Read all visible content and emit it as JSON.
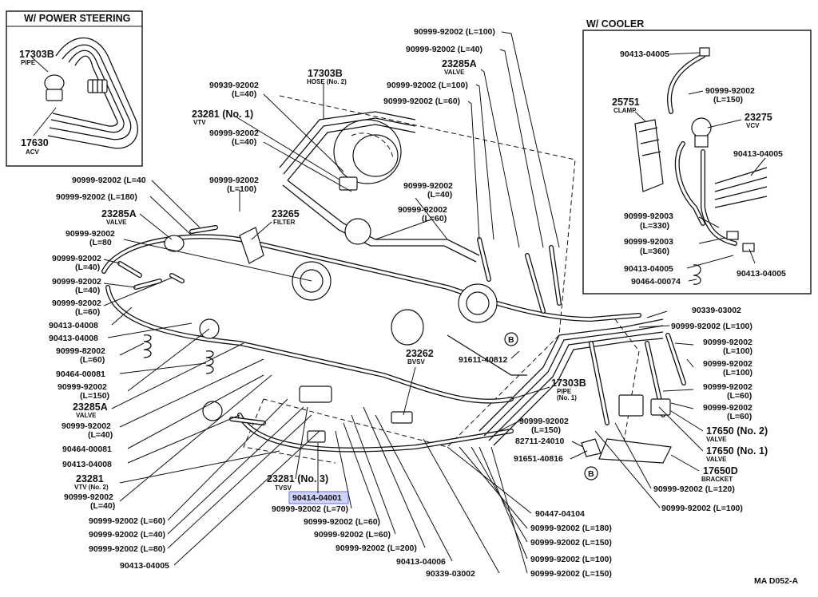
{
  "insets": {
    "power_steering": {
      "title": "W/ POWER STEERING",
      "labels": [
        {
          "id": "ps-17303b",
          "lines": [
            "17303B",
            "PIPE"
          ]
        },
        {
          "id": "ps-17630",
          "lines": [
            "17630",
            "ACV"
          ]
        }
      ]
    },
    "cooler": {
      "title": "W/ COOLER",
      "labels": [
        {
          "id": "c-90413-a",
          "lines": [
            "90413-04005"
          ]
        },
        {
          "id": "c-92002-150",
          "lines": [
            "90999-92002",
            "(L=150)"
          ]
        },
        {
          "id": "c-25751",
          "lines": [
            "25751",
            "CLAMP"
          ]
        },
        {
          "id": "c-23275",
          "lines": [
            "23275",
            "VCV"
          ]
        },
        {
          "id": "c-90413-b",
          "lines": [
            "90413-04005"
          ]
        },
        {
          "id": "c-92003-330",
          "lines": [
            "90999-92003",
            "(L=330)"
          ]
        },
        {
          "id": "c-92003-360",
          "lines": [
            "90999-92003",
            "(L=360)"
          ]
        },
        {
          "id": "c-90413-c",
          "lines": [
            "90413-04005"
          ]
        },
        {
          "id": "c-90413-d",
          "lines": [
            "90413-04005"
          ]
        },
        {
          "id": "c-90464",
          "lines": [
            "90464-00074"
          ]
        }
      ]
    }
  },
  "labels": [
    {
      "id": "t-100",
      "lines": [
        "90999-92002 (L=100)"
      ]
    },
    {
      "id": "t-40",
      "lines": [
        "90999-92002 (L=40)"
      ]
    },
    {
      "id": "valve-23285a-top",
      "lines": [
        "23285A",
        "VALVE"
      ]
    },
    {
      "id": "t-100b",
      "lines": [
        "90999-92002 (L=100)"
      ]
    },
    {
      "id": "t-60",
      "lines": [
        "90999-92002 (L=60)"
      ]
    },
    {
      "id": "hose-17303b",
      "lines": [
        "17303B",
        "HOSE (No. 2)"
      ]
    },
    {
      "id": "h-90939",
      "lines": [
        "90939-92002",
        "(L=40)"
      ]
    },
    {
      "id": "vtv-23281-1",
      "lines": [
        "23281 (No. 1)",
        "VTV"
      ]
    },
    {
      "id": "h-92002-40a",
      "lines": [
        "90999-92002",
        "(L=40)"
      ]
    },
    {
      "id": "h-92002-100",
      "lines": [
        "90999-92002",
        "(L=100)"
      ]
    },
    {
      "id": "filter-23265",
      "lines": [
        "23265",
        "FILTER"
      ]
    },
    {
      "id": "c-92002-40",
      "lines": [
        "90999-92002",
        "(L=40)"
      ]
    },
    {
      "id": "c-92002-60",
      "lines": [
        "90999-92002",
        "(L=60)"
      ]
    },
    {
      "id": "l-92002-40",
      "lines": [
        "90999-92002 (L=40"
      ]
    },
    {
      "id": "l-92002-180",
      "lines": [
        "90999-92002 (L=180)"
      ]
    },
    {
      "id": "l-23285a",
      "lines": [
        "23285A",
        "VALVE"
      ]
    },
    {
      "id": "l-92002-80",
      "lines": [
        "90999-92002",
        "(L=80"
      ]
    },
    {
      "id": "l-92002-40b",
      "lines": [
        "90999-92002",
        "(L=40)"
      ]
    },
    {
      "id": "l-92002-40c",
      "lines": [
        "90999-92002",
        "(L=40)"
      ]
    },
    {
      "id": "l-92002-60",
      "lines": [
        "90999-92002",
        "(L=60)"
      ]
    },
    {
      "id": "l-90413-a",
      "lines": [
        "90413-04008"
      ]
    },
    {
      "id": "l-90413-b",
      "lines": [
        "90413-04008"
      ]
    },
    {
      "id": "l-82002-60",
      "lines": [
        "90999-82002",
        "(L=60)"
      ]
    },
    {
      "id": "l-90464",
      "lines": [
        "90464-00081"
      ]
    },
    {
      "id": "l-92002-150",
      "lines": [
        "90999-92002",
        "(L=150)"
      ]
    },
    {
      "id": "l-23285a-b",
      "lines": [
        "23285A",
        "VALVE"
      ]
    },
    {
      "id": "l-92002-40d",
      "lines": [
        "90999-92002",
        "(L=40)"
      ]
    },
    {
      "id": "l-90464-b",
      "lines": [
        "90464-00081"
      ]
    },
    {
      "id": "l-90413-c",
      "lines": [
        "90413-04008"
      ]
    },
    {
      "id": "l-23281-2",
      "lines": [
        "23281",
        "VTV (No. 2)"
      ]
    },
    {
      "id": "l-92002-40e",
      "lines": [
        "90999-92002",
        "(L=40)"
      ]
    },
    {
      "id": "b-92002-60a",
      "lines": [
        "90999-92002 (L=60)"
      ]
    },
    {
      "id": "b-92002-40",
      "lines": [
        "90999-92002 (L=40)"
      ]
    },
    {
      "id": "b-92002-80",
      "lines": [
        "90999-92002 (L=80)"
      ]
    },
    {
      "id": "b-90413",
      "lines": [
        "90413-04005"
      ]
    },
    {
      "id": "tvsv-23281-3",
      "lines": [
        "23281 (No. 3)",
        "TVSV"
      ]
    },
    {
      "id": "b-90414",
      "lines": [
        "90414-04001"
      ]
    },
    {
      "id": "b-92002-70",
      "lines": [
        "90999-92002 (L=70)"
      ]
    },
    {
      "id": "b-92002-60b",
      "lines": [
        "90999-92002 (L=60)"
      ]
    },
    {
      "id": "b-92002-60c",
      "lines": [
        "90999-92002 (L=60)"
      ]
    },
    {
      "id": "b-92002-200",
      "lines": [
        "90999-92002 (L=200)"
      ]
    },
    {
      "id": "b-90413-06",
      "lines": [
        "90413-04006"
      ]
    },
    {
      "id": "b-90339",
      "lines": [
        "90339-03002"
      ]
    },
    {
      "id": "bvsv-23262",
      "lines": [
        "23262",
        "BVSV"
      ]
    },
    {
      "id": "m-91611",
      "lines": [
        "91611-40812"
      ]
    },
    {
      "id": "m-17303b",
      "lines": [
        "17303B",
        "PIPE",
        "(No. 1)"
      ]
    },
    {
      "id": "m-92002-150",
      "lines": [
        "90999-92002",
        "(L=150)"
      ]
    },
    {
      "id": "m-82711",
      "lines": [
        "82711-24010"
      ]
    },
    {
      "id": "m-91651",
      "lines": [
        "91651-40816"
      ]
    },
    {
      "id": "r-90339",
      "lines": [
        "90339-03002"
      ]
    },
    {
      "id": "r-92002-100",
      "lines": [
        "90999-92002 (L=100)"
      ]
    },
    {
      "id": "r-92002-100b",
      "lines": [
        "90999-92002",
        "(L=100)"
      ]
    },
    {
      "id": "r-92002-100c",
      "lines": [
        "90999-92002",
        "(L=100)"
      ]
    },
    {
      "id": "r-92002-60a",
      "lines": [
        "90999-92002",
        "(L=60)"
      ]
    },
    {
      "id": "r-92002-60b",
      "lines": [
        "90999-92002",
        "(L=60)"
      ]
    },
    {
      "id": "r-17650-2",
      "lines": [
        "17650 (No. 2)",
        "VALVE"
      ]
    },
    {
      "id": "r-17650-1",
      "lines": [
        "17650 (No. 1)",
        "VALVE"
      ]
    },
    {
      "id": "r-17650d",
      "lines": [
        "17650D",
        "BRACKET"
      ]
    },
    {
      "id": "r-92002-120",
      "lines": [
        "90999-92002 (L=120)"
      ]
    },
    {
      "id": "r-92002-100d",
      "lines": [
        "90999-92002 (L=100)"
      ]
    },
    {
      "id": "b-90447",
      "lines": [
        "90447-04104"
      ]
    },
    {
      "id": "b-92002-180",
      "lines": [
        "90999-92002 (L=180)"
      ]
    },
    {
      "id": "b-92002-150a",
      "lines": [
        "90999-92002 (L=150)"
      ]
    },
    {
      "id": "b-92002-100",
      "lines": [
        "90999-92002 (L=100)"
      ]
    },
    {
      "id": "b-92002-150b",
      "lines": [
        "90999-92002 (L=150)"
      ]
    }
  ],
  "markers": [
    {
      "id": "marker-b-1",
      "text": "B"
    },
    {
      "id": "marker-b-2",
      "text": "B"
    }
  ],
  "drawing_code": "MA D052-A"
}
